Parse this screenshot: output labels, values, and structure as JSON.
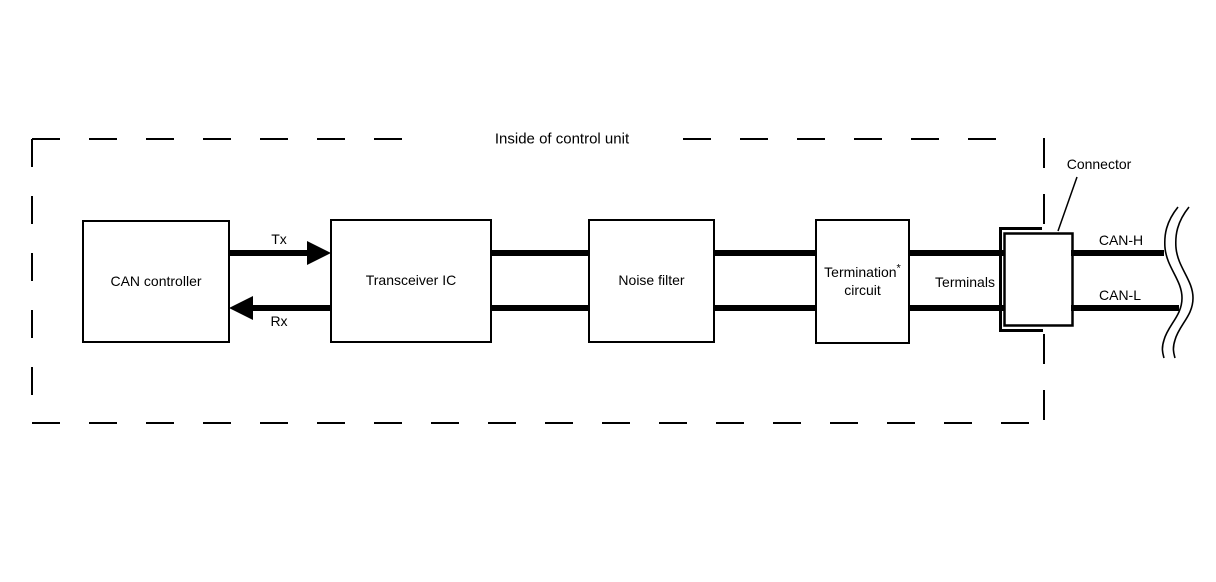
{
  "diagram": {
    "title": "Inside of control unit",
    "boxes": {
      "can_controller": "CAN controller",
      "transceiver": "Transceiver IC",
      "noise_filter": "Noise filter",
      "termination_line1": "Termination",
      "termination_sup": "*",
      "termination_line2": "circuit"
    },
    "labels": {
      "tx": "Tx",
      "rx": "Rx",
      "terminals": "Terminals",
      "connector": "Connector",
      "can_h": "CAN-H",
      "can_l": "CAN-L"
    },
    "colors": {
      "line": "#000000",
      "background": "#ffffff"
    }
  }
}
